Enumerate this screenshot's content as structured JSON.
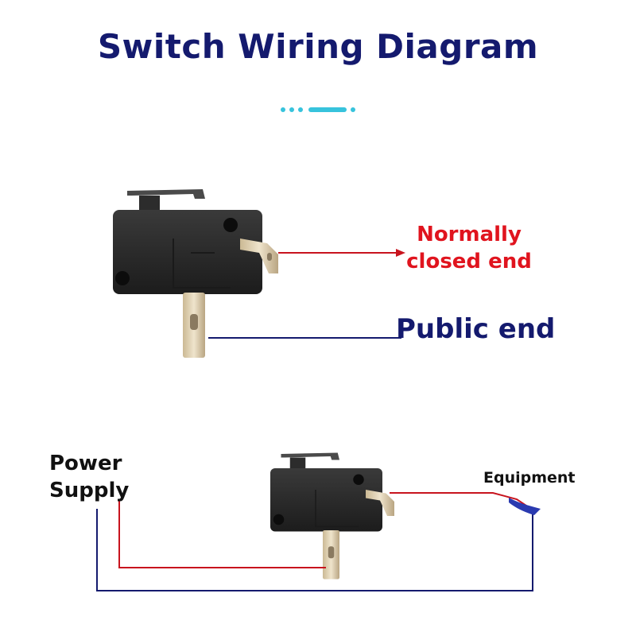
{
  "title": "Switch Wiring Diagram",
  "labels": {
    "normally_closed_end": "Normally closed end",
    "public_end": "Public end",
    "power_supply": "Power Supply",
    "equipment": "Equipment"
  },
  "colors": {
    "title": "#141a6e",
    "normally_closed_wire": "#c8141e",
    "public_wire": "#141a6e",
    "accent_dots": "#37c3dc",
    "switch_body": "#2a2a2a",
    "terminal": "#d9cbb0"
  },
  "icons": [
    "micro-switch-icon",
    "accent-dots-icon",
    "arrow-icon"
  ]
}
